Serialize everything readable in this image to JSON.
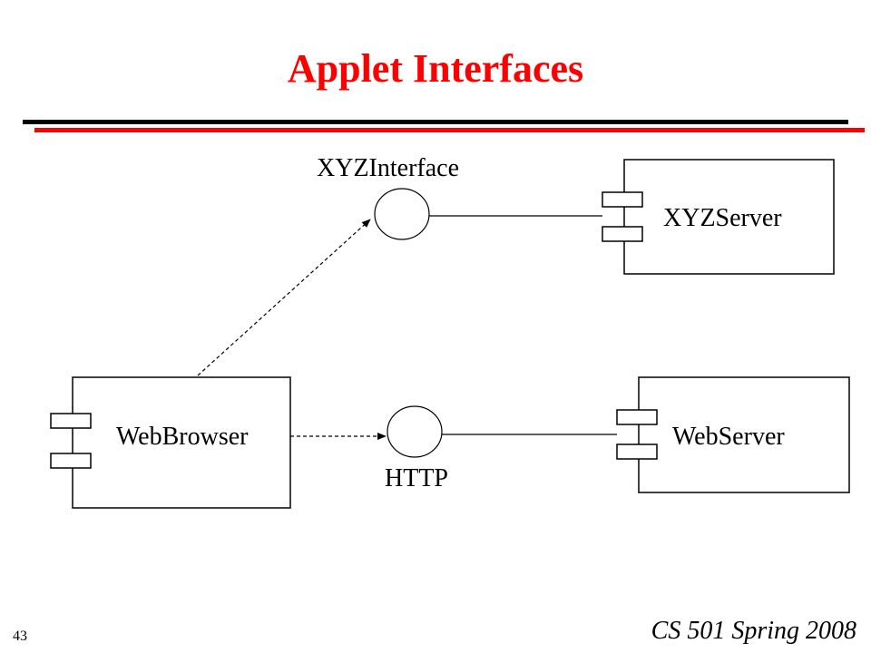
{
  "slide": {
    "title": "Applet Interfaces",
    "page_number": "43",
    "course": "CS 501 Spring 2008"
  },
  "diagram": {
    "components": {
      "xyz_server": "XYZServer",
      "web_browser": "WebBrowser",
      "web_server": "WebServer"
    },
    "interfaces": {
      "xyz_interface": "XYZInterface",
      "http": "HTTP"
    }
  },
  "colors": {
    "title": "#ff0000",
    "accent_rule": "#ff0000",
    "rule": "#000000"
  }
}
